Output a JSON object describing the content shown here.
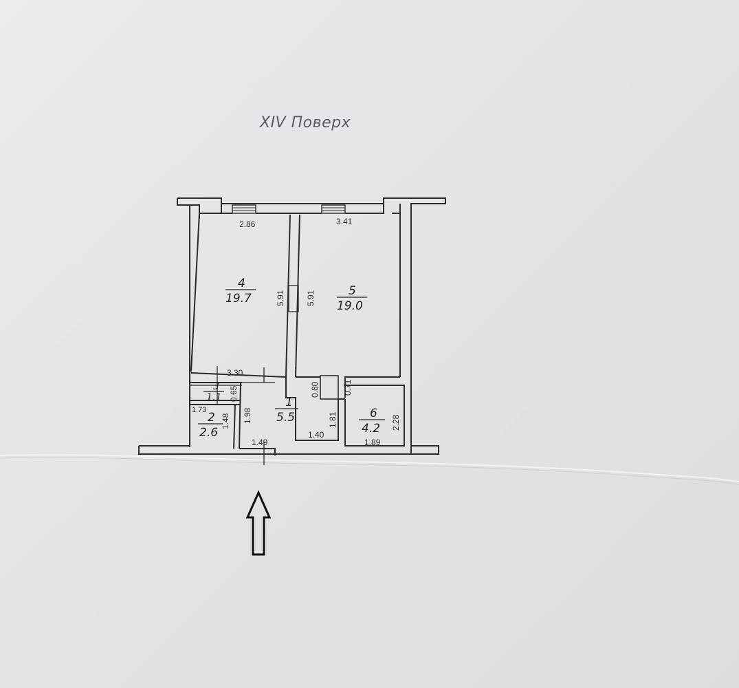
{
  "title": "XIV Поверх",
  "rooms": [
    {
      "number": "1",
      "area": "5.5"
    },
    {
      "number": "2",
      "area": "2.6"
    },
    {
      "number": "3",
      "area": "1.1"
    },
    {
      "number": "4",
      "area": "19.7"
    },
    {
      "number": "5",
      "area": "19.0"
    },
    {
      "number": "6",
      "area": "4.2"
    }
  ],
  "dimensions": {
    "room4_width": "2.86",
    "room5_width": "3.41",
    "room4_length": "5.91",
    "room5_length": "5.91",
    "room4_bottom": "3.30",
    "room3_height": "0.65",
    "room2_width": "1.73",
    "room2_height": "1.48",
    "hall_height": "1.98",
    "entrance_width": "1.49",
    "niche_height": "0.80",
    "room6_top": "0.71",
    "hall_step_height": "1.81",
    "hall_step_width": "1.40",
    "room6_height": "2.28",
    "room6_width": "1.89"
  },
  "entrance_arrow": "arrow-up"
}
